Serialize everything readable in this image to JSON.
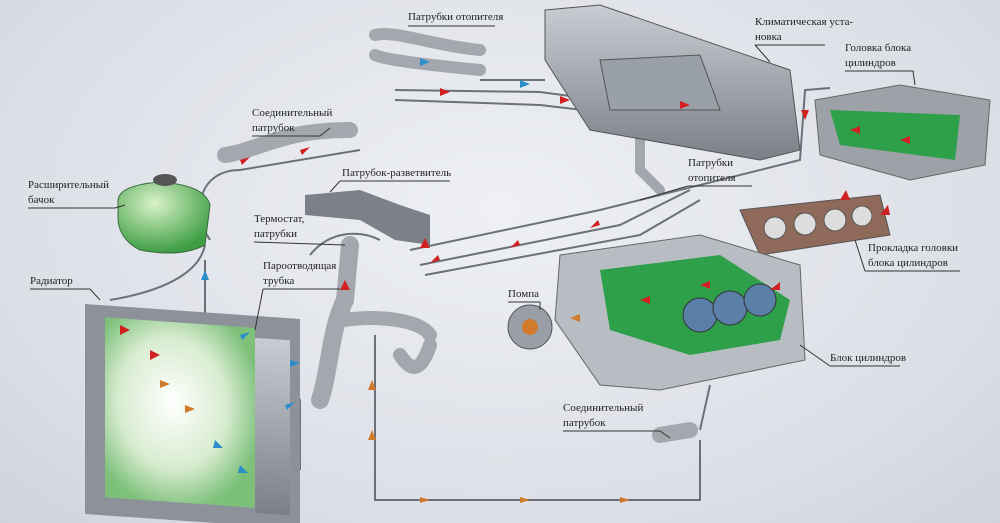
{
  "colors": {
    "hot": "#d02020",
    "cold": "#2a8fc8",
    "pump": "#d07a2a",
    "coolant": "#2fa04a",
    "metal": "#9a9ea6"
  },
  "labels": {
    "heater_hoses_top": "Патрубки отопителя",
    "climate_unit_1": "Климатическая уста-",
    "climate_unit_2": "новка",
    "cylinder_head_1": "Головка блока",
    "cylinder_head_2": "цилиндров",
    "connecting_hose_top_1": "Соединительный",
    "connecting_hose_top_2": "патрубок",
    "expansion_tank_1": "Расширительный",
    "expansion_tank_2": "бачок",
    "branch_pipe": "Патрубок-разветвитель",
    "heater_hoses_mid_1": "Патрубки",
    "heater_hoses_mid_2": "отопителя",
    "thermostat_1": "Термостат,",
    "thermostat_2": "патрубки",
    "vent_pipe_1": "Пароотводящая",
    "vent_pipe_2": "трубка",
    "radiator": "Радиатор",
    "head_gasket_1": "Прокладка головки",
    "head_gasket_2": "блока цилиндров",
    "pump": "Помпа",
    "cylinder_block": "Блок цилиндров",
    "connecting_hose_bottom_1": "Соединительный",
    "connecting_hose_bottom_2": "патрубок"
  }
}
